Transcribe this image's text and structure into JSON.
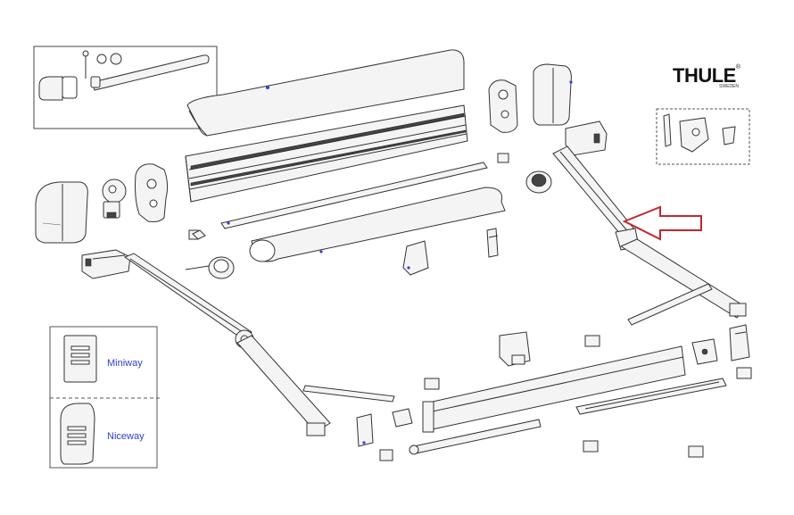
{
  "brand": {
    "logo_text": "THULE",
    "registered_mark": "®",
    "logo_subtext": "SWEDEN"
  },
  "variant_legend": {
    "items": [
      {
        "label": "Miniway"
      },
      {
        "label": "Niceway"
      }
    ]
  },
  "colors": {
    "line": "#333333",
    "fill": "#f4f4f4",
    "accent_blue": "#3340c8",
    "callout_arrow": "#c0282d",
    "inset_border": "#555555"
  },
  "icons": {
    "callout": "red-outline-arrow"
  }
}
